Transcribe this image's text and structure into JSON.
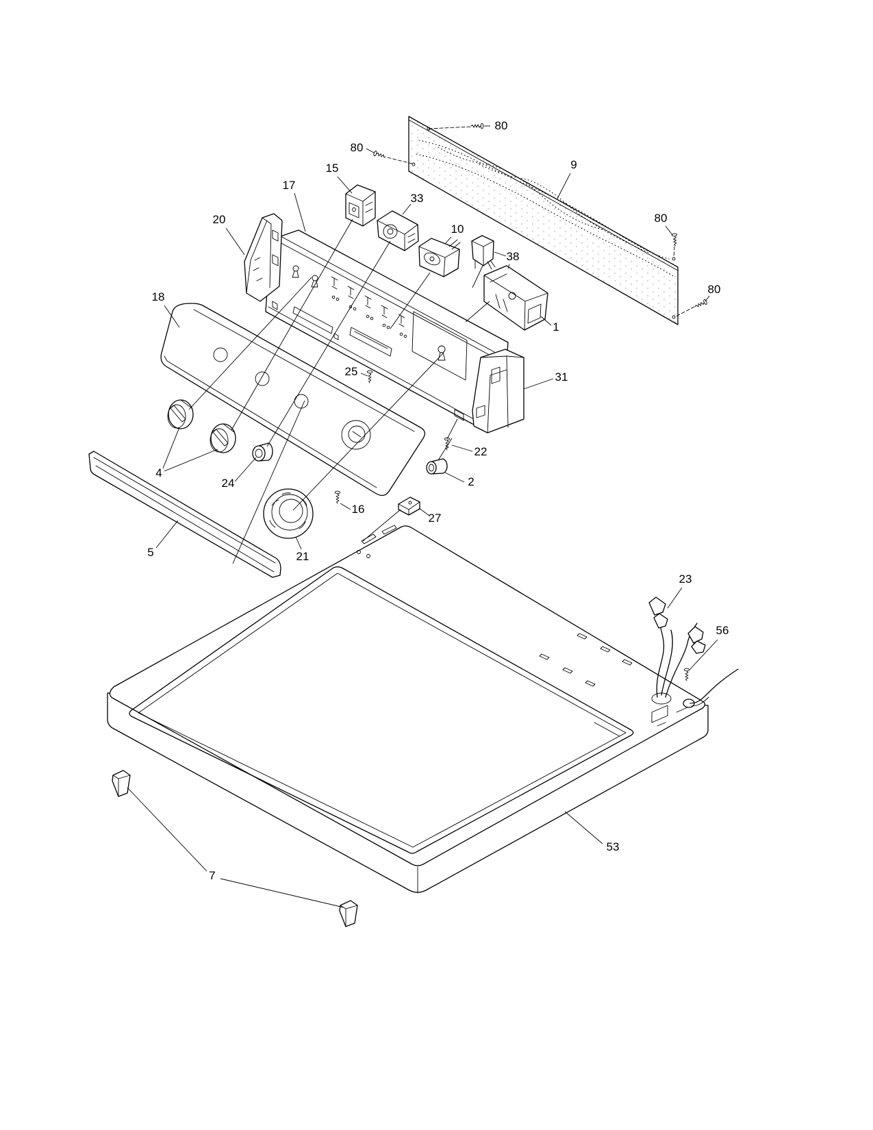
{
  "colors": {
    "line": "#000000",
    "background": "#ffffff"
  },
  "diagram": {
    "callouts": [
      "80",
      "80",
      "9",
      "15",
      "33",
      "17",
      "20",
      "10",
      "80",
      "38",
      "80",
      "1",
      "18",
      "25",
      "31",
      "4",
      "24",
      "22",
      "2",
      "16",
      "27",
      "5",
      "21",
      "23",
      "56",
      "53",
      "7"
    ]
  }
}
